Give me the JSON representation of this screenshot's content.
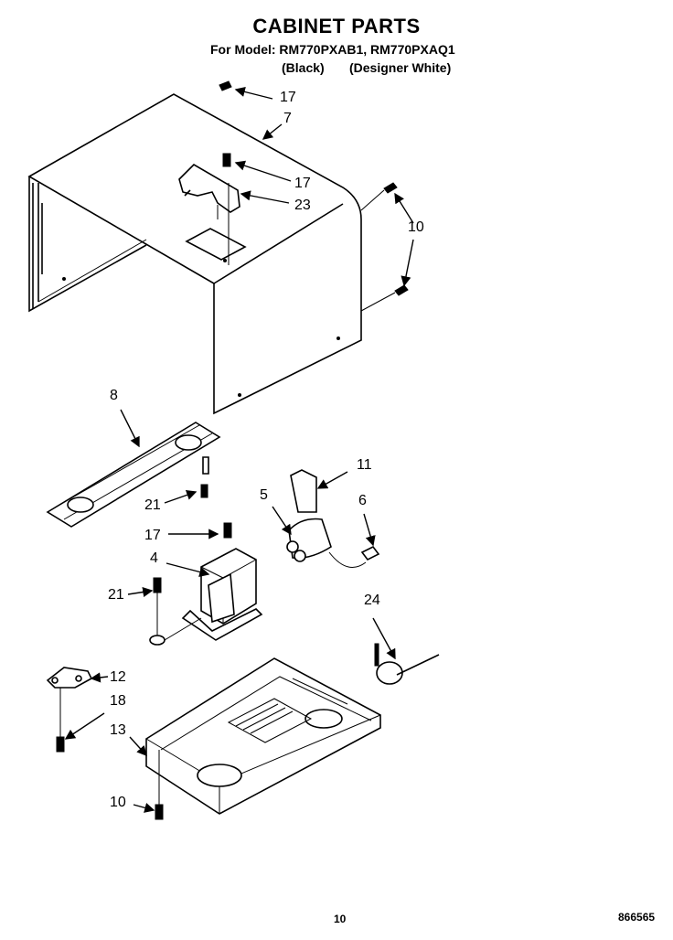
{
  "title": "CABINET PARTS",
  "model_line": "For Model: RM770PXAB1, RM770PXAQ1",
  "variants": [
    "(Black)",
    "(Designer White)"
  ],
  "callouts": [
    {
      "id": "c17a",
      "text": "17"
    },
    {
      "id": "c7",
      "text": "7"
    },
    {
      "id": "c17b",
      "text": "17"
    },
    {
      "id": "c23",
      "text": "23"
    },
    {
      "id": "c10a",
      "text": "10"
    },
    {
      "id": "c8",
      "text": "8"
    },
    {
      "id": "c11",
      "text": "11"
    },
    {
      "id": "c5",
      "text": "5"
    },
    {
      "id": "c6",
      "text": "6"
    },
    {
      "id": "c21a",
      "text": "21"
    },
    {
      "id": "c17c",
      "text": "17"
    },
    {
      "id": "c4",
      "text": "4"
    },
    {
      "id": "c21b",
      "text": "21"
    },
    {
      "id": "c24",
      "text": "24"
    },
    {
      "id": "c12",
      "text": "12"
    },
    {
      "id": "c18",
      "text": "18"
    },
    {
      "id": "c13",
      "text": "13"
    },
    {
      "id": "c10b",
      "text": "10"
    }
  ],
  "page_number": "10",
  "doc_number": "866565"
}
